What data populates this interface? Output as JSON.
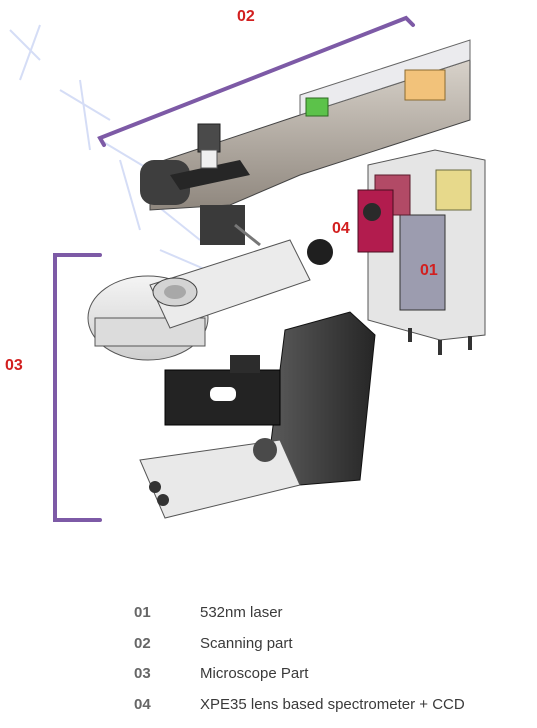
{
  "callouts": {
    "c01": "01",
    "c02": "02",
    "c03": "03",
    "c04": "04"
  },
  "legend": [
    {
      "num": "01",
      "text": "532nm laser"
    },
    {
      "num": "02",
      "text": "Scanning part"
    },
    {
      "num": "03",
      "text": "Microscope Part"
    },
    {
      "num": "04",
      "text": "XPE35 lens based spectrometer + CCD"
    }
  ],
  "colors": {
    "callout": "#d21f1f",
    "bracket": "#7d5aa6",
    "legend_number": "#666666",
    "legend_text": "#3a3a3a"
  }
}
